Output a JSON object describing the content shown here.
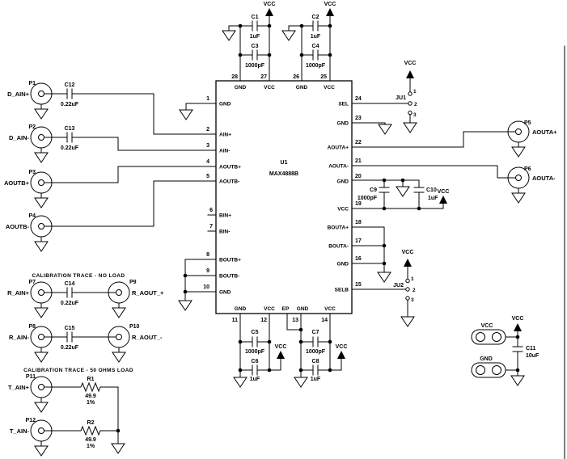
{
  "ic": {
    "ref": "U1",
    "part": "MAX4888B",
    "pins": {
      "p1": {
        "num": "1",
        "name": "GND"
      },
      "p2": {
        "num": "2",
        "name": "AIN+"
      },
      "p3": {
        "num": "3",
        "name": "AIN-"
      },
      "p4": {
        "num": "4",
        "name": "AOUTB+"
      },
      "p5": {
        "num": "5",
        "name": "AOUTB-"
      },
      "p6": {
        "num": "6",
        "name": "BIN+"
      },
      "p7": {
        "num": "7",
        "name": "BIN-"
      },
      "p8": {
        "num": "8",
        "name": "BOUTB+"
      },
      "p9": {
        "num": "9",
        "name": "BOUTB-"
      },
      "p10": {
        "num": "10",
        "name": "GND"
      },
      "p11": {
        "num": "11",
        "name": "GND"
      },
      "p12": {
        "num": "12",
        "name": "VCC"
      },
      "ep": {
        "num": "",
        "name": "EP"
      },
      "p13": {
        "num": "13",
        "name": "GND"
      },
      "p14": {
        "num": "14",
        "name": "VCC"
      },
      "p15": {
        "num": "15",
        "name": "SELB"
      },
      "p16": {
        "num": "16",
        "name": "GND"
      },
      "p17": {
        "num": "17",
        "name": "BOUTA-"
      },
      "p18": {
        "num": "18",
        "name": "BOUTA+"
      },
      "p19": {
        "num": "19",
        "name": "VCC"
      },
      "p20": {
        "num": "20",
        "name": "GND"
      },
      "p21": {
        "num": "21",
        "name": "AOUTA-"
      },
      "p22": {
        "num": "22",
        "name": "AOUTA+"
      },
      "p23": {
        "num": "23",
        "name": "GND"
      },
      "p24": {
        "num": "24",
        "name": "SEL"
      },
      "p25": {
        "num": "25",
        "name": "VCC"
      },
      "p26": {
        "num": "26",
        "name": "GND"
      },
      "p27": {
        "num": "27",
        "name": "VCC"
      },
      "p28": {
        "num": "28",
        "name": "GND"
      }
    }
  },
  "caps": {
    "c1": {
      "ref": "C1",
      "val": "1uF"
    },
    "c2": {
      "ref": "C2",
      "val": "1uF"
    },
    "c3": {
      "ref": "C3",
      "val": "1000pF"
    },
    "c4": {
      "ref": "C4",
      "val": "1000pF"
    },
    "c5": {
      "ref": "C5",
      "val": "1000pF"
    },
    "c6": {
      "ref": "C6",
      "val": "1uF"
    },
    "c7": {
      "ref": "C7",
      "val": "1000pF"
    },
    "c8": {
      "ref": "C8",
      "val": "1uF"
    },
    "c9": {
      "ref": "C9",
      "val": "1000pF"
    },
    "c10": {
      "ref": "C10",
      "val": "1uF"
    },
    "c11": {
      "ref": "C11",
      "val": "10uF"
    },
    "c12": {
      "ref": "C12",
      "val": "0.22uF"
    },
    "c13": {
      "ref": "C13",
      "val": "0.22uF"
    },
    "c14": {
      "ref": "C14",
      "val": "0.22uF"
    },
    "c15": {
      "ref": "C15",
      "val": "0.22uF"
    }
  },
  "resistors": {
    "r1": {
      "ref": "R1",
      "val": "49.9",
      "tol": "1%"
    },
    "r2": {
      "ref": "R2",
      "val": "49.9",
      "tol": "1%"
    }
  },
  "connectors": {
    "p1": {
      "ref": "P1",
      "net": "D_AIN+"
    },
    "p2": {
      "ref": "P2",
      "net": "D_AIN-"
    },
    "p3": {
      "ref": "P3",
      "net": "AOUTB+"
    },
    "p4": {
      "ref": "P4",
      "net": "AOUTB-"
    },
    "p5": {
      "ref": "P5",
      "net": "AOUTA+"
    },
    "p6": {
      "ref": "P6",
      "net": "AOUTA-"
    },
    "p7": {
      "ref": "P7",
      "net": "R_AIN+"
    },
    "p8": {
      "ref": "P8",
      "net": "R_AIN-"
    },
    "p9": {
      "ref": "P9",
      "net": "R_AOUT_+"
    },
    "p10": {
      "ref": "P10",
      "net": "R_AOUT_-"
    },
    "p11": {
      "ref": "P11",
      "net": "T_AIN+"
    },
    "p12": {
      "ref": "P12",
      "net": "T_AIN-"
    }
  },
  "jumpers": {
    "ju1": {
      "ref": "JU1",
      "pin1": "1",
      "pin2": "2",
      "pin3": "3"
    },
    "ju2": {
      "ref": "JU2",
      "pin1": "1",
      "pin2": "2",
      "pin3": "3"
    }
  },
  "testpoints": {
    "vcc": "VCC",
    "gnd": "GND"
  },
  "labels": {
    "vcc": "VCC",
    "cal_no_load": "CALIBRATION TRACE - NO LOAD",
    "cal_50": "CALIBRATION TRACE - 50 OHMS LOAD"
  }
}
